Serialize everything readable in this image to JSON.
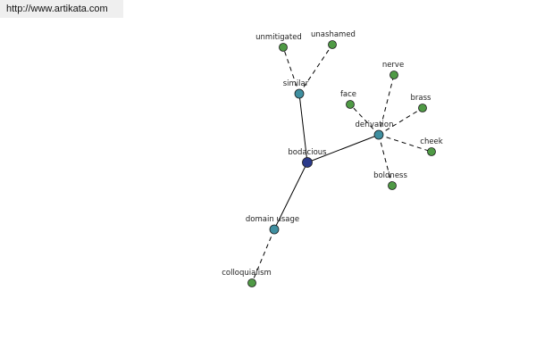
{
  "source_url": "http://www.artikata.com",
  "colors": {
    "root": "#2b3a8a",
    "hub": "#3f8fa0",
    "leaf": "#4f9a45",
    "edge": "#000000"
  },
  "graph": {
    "nodes": [
      {
        "id": "bodacious",
        "label": "bodacious",
        "kind": "root"
      },
      {
        "id": "similar",
        "label": "similar",
        "kind": "hub"
      },
      {
        "id": "derivation",
        "label": "derivation",
        "kind": "hub"
      },
      {
        "id": "domain-usage",
        "label": "domain usage",
        "kind": "hub"
      },
      {
        "id": "unmitigated",
        "label": "unmitigated",
        "kind": "leaf"
      },
      {
        "id": "unashamed",
        "label": "unashamed",
        "kind": "leaf"
      },
      {
        "id": "nerve",
        "label": "nerve",
        "kind": "leaf"
      },
      {
        "id": "face",
        "label": "face",
        "kind": "leaf"
      },
      {
        "id": "brass",
        "label": "brass",
        "kind": "leaf"
      },
      {
        "id": "cheek",
        "label": "cheek",
        "kind": "leaf"
      },
      {
        "id": "boldness",
        "label": "boldness",
        "kind": "leaf"
      },
      {
        "id": "colloquialism",
        "label": "colloquialism",
        "kind": "leaf"
      }
    ],
    "edges": [
      {
        "from": "bodacious",
        "to": "similar",
        "style": "solid"
      },
      {
        "from": "bodacious",
        "to": "derivation",
        "style": "solid"
      },
      {
        "from": "bodacious",
        "to": "domain-usage",
        "style": "solid"
      },
      {
        "from": "similar",
        "to": "unmitigated",
        "style": "dashed"
      },
      {
        "from": "similar",
        "to": "unashamed",
        "style": "dashed"
      },
      {
        "from": "derivation",
        "to": "nerve",
        "style": "dashed"
      },
      {
        "from": "derivation",
        "to": "face",
        "style": "dashed"
      },
      {
        "from": "derivation",
        "to": "brass",
        "style": "dashed"
      },
      {
        "from": "derivation",
        "to": "cheek",
        "style": "dashed"
      },
      {
        "from": "derivation",
        "to": "boldness",
        "style": "dashed"
      },
      {
        "from": "domain-usage",
        "to": "colloquialism",
        "style": "dashed"
      }
    ]
  }
}
